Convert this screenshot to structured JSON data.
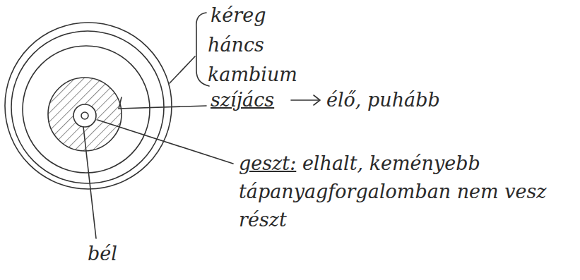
{
  "diagram": {
    "labels": [
      "kéreg",
      "háncs",
      "kambium",
      "szíjács",
      "élő, puhább",
      "geszt:",
      "elhalt, keményebb tápanyagforgalomban nem vesz részt",
      "bél"
    ]
  }
}
